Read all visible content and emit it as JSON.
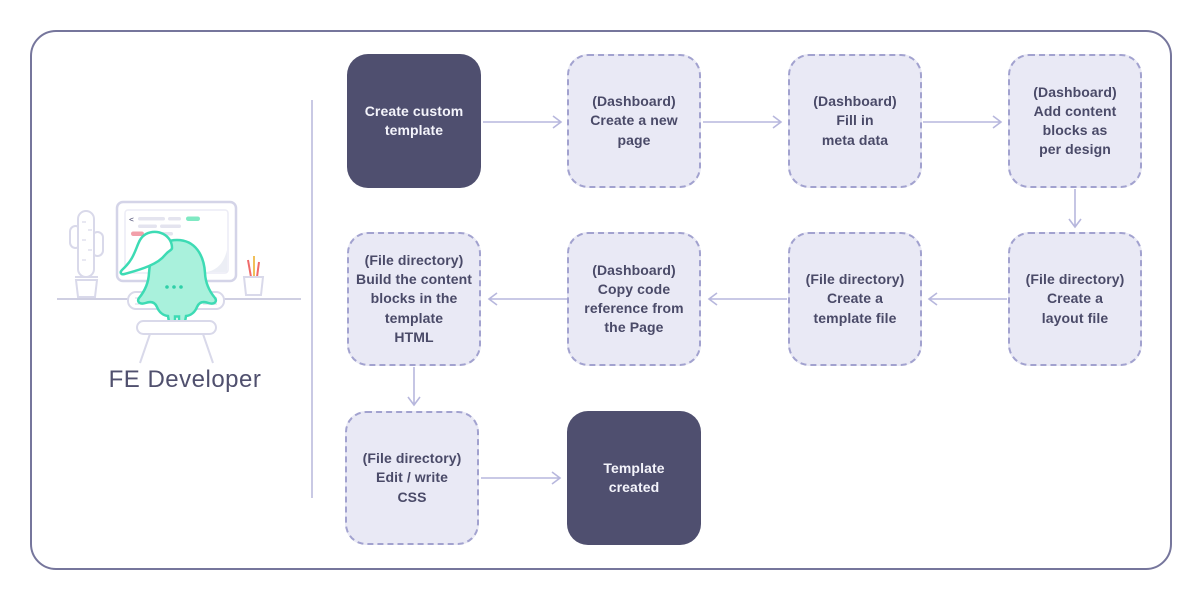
{
  "diagram": {
    "actor": {
      "label": "FE Developer"
    },
    "nodes": [
      {
        "name": "create-custom-template",
        "label": "Create custom\ntemplate",
        "style": "solid"
      },
      {
        "name": "dashboard-create-new-page",
        "label": "(Dashboard)\nCreate a new\npage",
        "style": "dashed"
      },
      {
        "name": "dashboard-fill-meta-data",
        "label": "(Dashboard)\nFill in\nmeta data",
        "style": "dashed"
      },
      {
        "name": "dashboard-add-content-blocks",
        "label": "(Dashboard)\nAdd content\nblocks as\nper design",
        "style": "dashed"
      },
      {
        "name": "file-create-layout-file",
        "label": "(File directory)\nCreate a\nlayout file",
        "style": "dashed"
      },
      {
        "name": "file-create-template-file",
        "label": "(File directory)\nCreate a\ntemplate file",
        "style": "dashed"
      },
      {
        "name": "dashboard-copy-code-reference",
        "label": "(Dashboard)\nCopy code\nreference from\nthe Page",
        "style": "dashed"
      },
      {
        "name": "file-build-content-blocks",
        "label": "(File directory)\nBuild the content\nblocks in the\ntemplate\nHTML",
        "style": "dashed"
      },
      {
        "name": "file-edit-write-css",
        "label": "(File directory)\nEdit / write\nCSS",
        "style": "dashed"
      },
      {
        "name": "template-created",
        "label": "Template\ncreated",
        "style": "solid"
      }
    ]
  },
  "colors": {
    "frame_border": "#76769c",
    "divider": "#c9c9e4",
    "solid_node_bg": "#4f4f6f",
    "solid_node_text": "#f4f4fb",
    "dashed_node_bg": "#e9e9f5",
    "dashed_node_border": "#a2a2cf",
    "node_text": "#4a4a68",
    "arrow": "#b7b7dd",
    "actor_text": "#50506e",
    "mascot_fill": "#a9f1dc",
    "mascot_stroke": "#3ddbb4",
    "illustration_line": "#d9d9ea",
    "code_green": "#7fe9c3",
    "code_pink": "#f2a0aa",
    "pen_red": "#f06a6a",
    "pen_yellow": "#f0c05a"
  }
}
